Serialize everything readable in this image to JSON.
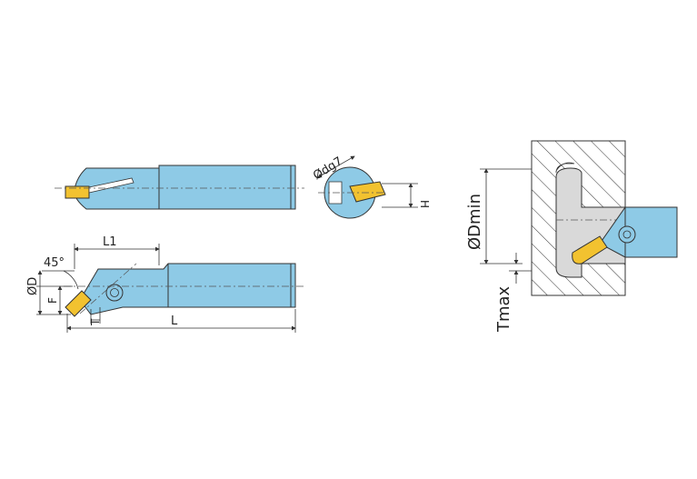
{
  "colors": {
    "body": "#8ecae6",
    "body_shade": "#6fb6d8",
    "insert": "#f2c230",
    "workpiece": "#d9d9d9",
    "outline": "#333333"
  },
  "labels": {
    "l1": "L1",
    "l": "L",
    "angle": "45°",
    "od": "ØD",
    "f": "F",
    "t": "T",
    "h": "H",
    "odg7": "Ødg7",
    "odmin": "ØDmin",
    "tmax": "Tmax"
  }
}
